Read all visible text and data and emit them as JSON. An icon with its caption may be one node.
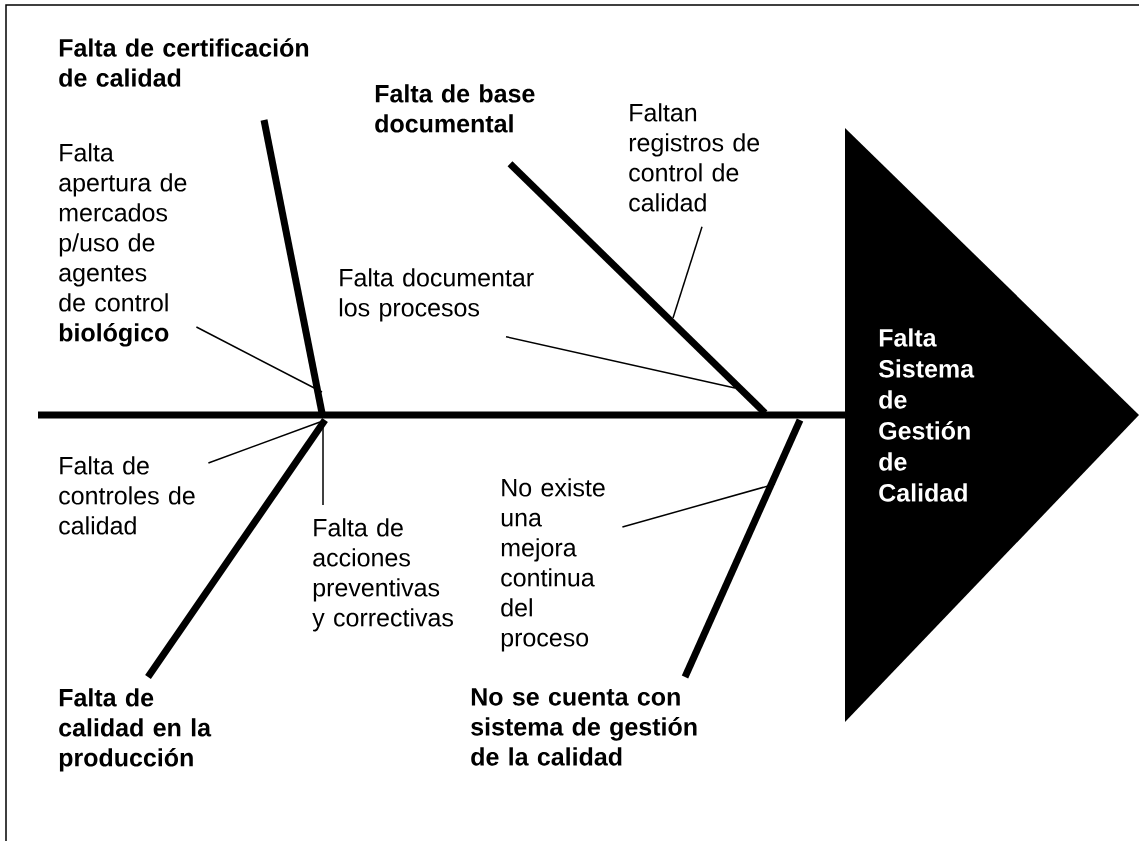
{
  "diagram": {
    "nodes": [
      {
        "text": [
          "Falta de certificación de calidad"
        ]
      },
      {
        "text": [
          "Falta apertura de mercados p/uso de agentes de control **biológico**"
        ]
      },
      {
        "text": [
          "Falta de base documental"
        ]
      },
      {
        "text": [
          "Faltan registros de control de calidad"
        ]
      },
      {
        "text": [
          "Falta documentar los procesos"
        ]
      },
      {
        "text": [
          "Falta Sistema de Gestión de Calidad"
        ]
      },
      {
        "text": [
          "Falta de controles de calidad"
        ]
      },
      {
        "text": [
          "Falta de acciones preventivas y correctivas"
        ]
      },
      {
        "text": [
          "No existe una mejora continua del proceso"
        ]
      },
      {
        "text": [
          "Falta de calidad en la producción"
        ]
      },
      {
        "text": [
          "No se cuenta con sistema de gestión de la calidad"
        ]
      }
    ],
    "edges": [
      {
        "from": null,
        "to": 5,
        "arrow": "none",
        "style": "thick"
      },
      {
        "from": 0,
        "to": null,
        "arrow": "none",
        "style": "thick"
      },
      {
        "from": 2,
        "to": null,
        "arrow": "none",
        "style": "thick"
      },
      {
        "from": 9,
        "to": null,
        "arrow": "none",
        "style": "thick"
      },
      {
        "from": 10,
        "to": null,
        "arrow": "none",
        "style": "thick"
      },
      {
        "from": 1,
        "to": null,
        "arrow": "none"
      },
      {
        "from": 4,
        "to": null,
        "arrow": "none"
      },
      {
        "from": 3,
        "to": null,
        "arrow": "none"
      },
      {
        "from": 6,
        "to": null,
        "arrow": "none"
      },
      {
        "from": 7,
        "to": null,
        "arrow": "none"
      },
      {
        "from": 8,
        "to": null,
        "arrow": "none"
      }
    ]
  }
}
